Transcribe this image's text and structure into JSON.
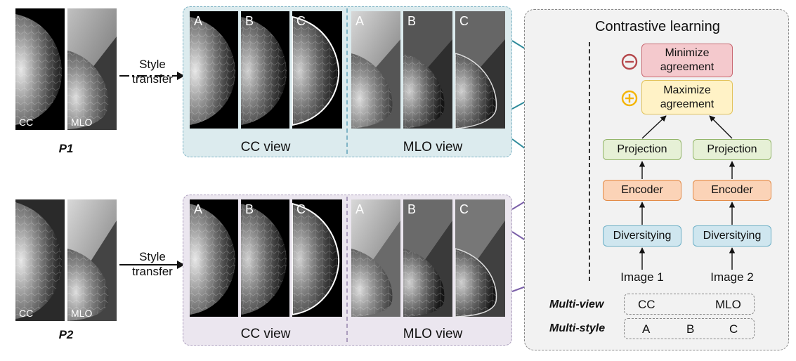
{
  "patients": [
    {
      "id": "P1",
      "cc_tag": "CC",
      "mlo_tag": "MLO",
      "style_transfer": [
        "Style",
        "transfer"
      ],
      "arrow_style": "dash-dot"
    },
    {
      "id": "P2",
      "cc_tag": "CC",
      "mlo_tag": "MLO",
      "style_transfer": [
        "Style",
        "transfer"
      ],
      "arrow_style": "solid"
    }
  ],
  "style_letters": [
    "A",
    "B",
    "C"
  ],
  "view_labels": {
    "cc": "CC view",
    "mlo": "MLO view"
  },
  "contrastive": {
    "title": "Contrastive learning",
    "minimize": [
      "Minimize",
      "agreement"
    ],
    "maximize": [
      "Maximize",
      "agreement"
    ],
    "left": {
      "projection": "Projection",
      "encoder": "Encoder",
      "diversifying": "Diversitying",
      "image": "Image 1"
    },
    "right": {
      "projection": "Projection",
      "encoder": "Encoder",
      "diversifying": "Diversitying",
      "image": "Image 2"
    }
  },
  "legend": {
    "multi_view": {
      "label": "Multi-view",
      "items": [
        "CC",
        "MLO"
      ]
    },
    "multi_style": {
      "label": "Multi-style",
      "items": [
        "A",
        "B",
        "C"
      ]
    }
  },
  "colors": {
    "positive": "#f4b400",
    "negative": "#b5484c",
    "arrow_p1": "#2e8a9a",
    "arrow_p2": "#7a5fa8",
    "group_p1": "#dcebee",
    "group_p2": "#ebe6ef",
    "panel": "#f2f2f2"
  },
  "icons": [
    "positive-pair-icon",
    "negative-pair-icon"
  ]
}
